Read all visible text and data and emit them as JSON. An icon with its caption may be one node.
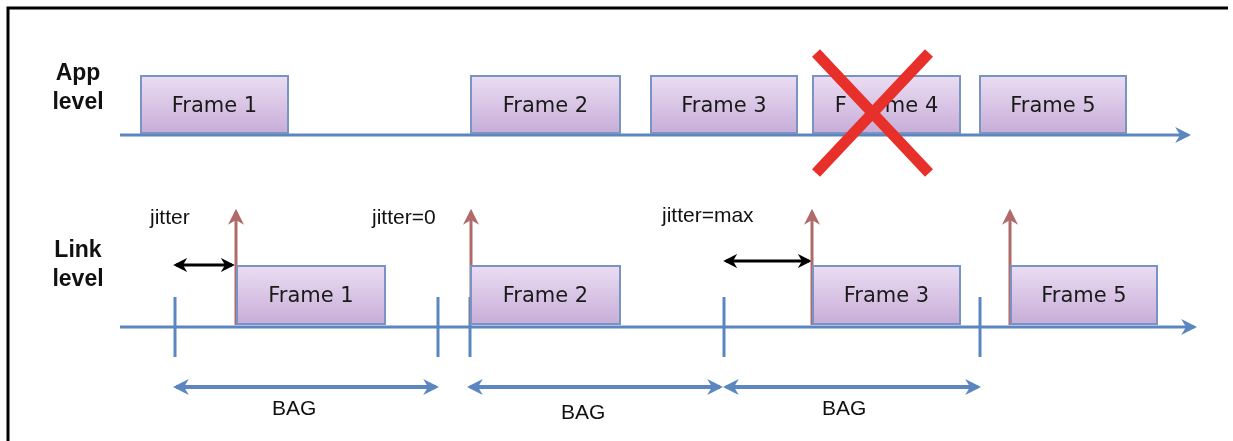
{
  "diagram": {
    "nodes": [
      {
        "text": [
          "Frame 1"
        ]
      },
      {
        "text": [
          "Frame 2"
        ]
      },
      {
        "text": [
          "Frame 3"
        ]
      },
      {
        "text": [
          "F",
          "me 4"
        ]
      },
      {
        "text": [
          "Frame 5"
        ]
      },
      {
        "text": [
          "Frame 1"
        ]
      },
      {
        "text": [
          "Frame 2"
        ]
      },
      {
        "text": [
          "Frame 3"
        ]
      },
      {
        "text": [
          "Frame 5"
        ]
      }
    ],
    "labels": [
      "App level",
      "jitter",
      "jitter=0",
      "jitter=max",
      "Link level",
      "BAG",
      "BAG",
      "BAG"
    ]
  }
}
